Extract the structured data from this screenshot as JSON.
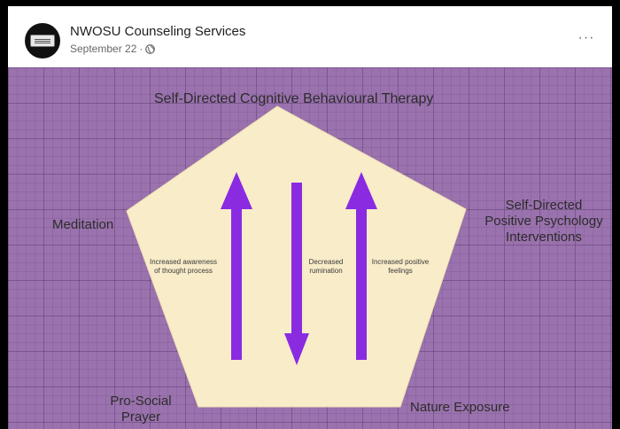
{
  "post": {
    "page_name": "NWOSU Counseling Services",
    "date": "September 22",
    "separator": "·",
    "more_label": "···"
  },
  "diagram": {
    "top_label": "Self-Directed Cognitive Behavioural Therapy",
    "left_label": "Meditation",
    "right_label_lines": [
      "Self-Directed",
      "Positive Psychology",
      "Interventions"
    ],
    "bottom_left_lines": [
      "Pro-Social",
      "Prayer"
    ],
    "bottom_right_label": "Nature Exposure",
    "arrow_labels": {
      "left": [
        "Increased awareness",
        "of thought process"
      ],
      "middle": [
        "Decreased",
        "rumination"
      ],
      "right": [
        "Increased positive",
        "feelings"
      ]
    },
    "colors": {
      "background": "#9a72ad",
      "pentagon": "#f8ecc9",
      "arrow": "#8a2be2"
    },
    "icons": [
      "globe-icon",
      "more-icon"
    ]
  }
}
